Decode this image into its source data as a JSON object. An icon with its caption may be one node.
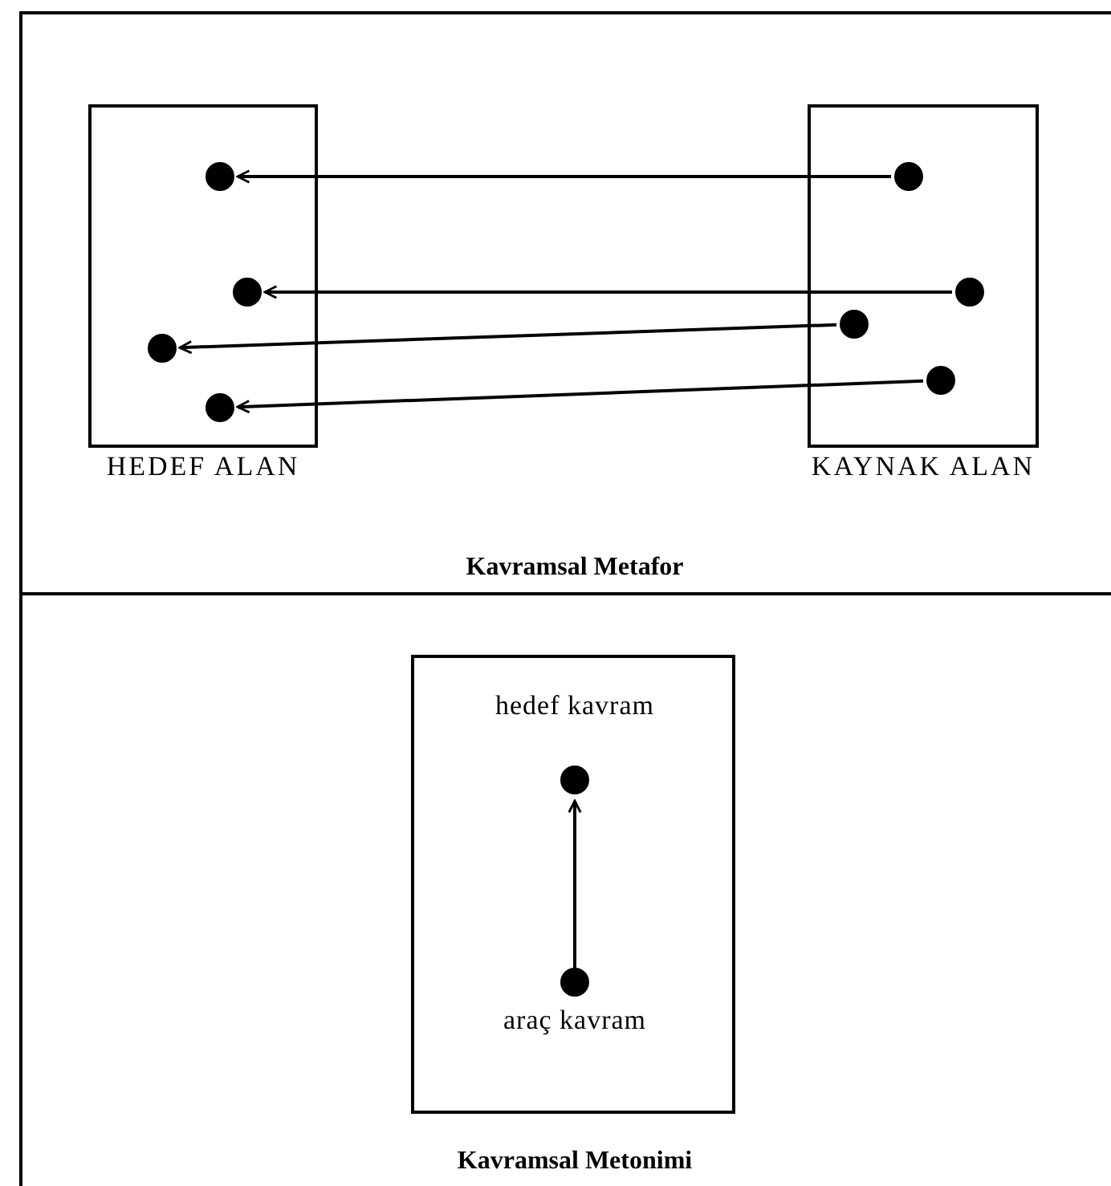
{
  "diagram": {
    "nodes": [
      {
        "text": [
          "Kavramsal Metafor"
        ]
      },
      {
        "text": [
          "HEDEF ALAN"
        ],
        "in": 0
      },
      {
        "text": [],
        "shape": "circle",
        "in": 1
      },
      {
        "text": [],
        "shape": "circle",
        "in": 1
      },
      {
        "text": [],
        "shape": "circle",
        "in": 1
      },
      {
        "text": [],
        "shape": "circle",
        "in": 1
      },
      {
        "text": [
          "KAYNAK ALAN"
        ],
        "in": 0
      },
      {
        "text": [],
        "shape": "circle",
        "in": 6
      },
      {
        "text": [],
        "shape": "circle",
        "in": 6
      },
      {
        "text": [],
        "shape": "circle",
        "in": 6
      },
      {
        "text": [],
        "shape": "circle",
        "in": 6
      },
      {
        "text": [
          "Kavramsal Metonimi"
        ]
      },
      {
        "text": [],
        "shape": "box",
        "in": 11
      },
      {
        "text": [],
        "shape": "circle",
        "in": 12,
        "beside": [
          "hedef kavram"
        ]
      },
      {
        "text": [],
        "shape": "circle",
        "in": 12,
        "beside": [
          "araç kavram"
        ]
      }
    ],
    "edges": [
      {
        "from": 7,
        "to": 2,
        "arrow": "to"
      },
      {
        "from": 8,
        "to": 3,
        "arrow": "to"
      },
      {
        "from": 9,
        "to": 4,
        "arrow": "to"
      },
      {
        "from": 10,
        "to": 5,
        "arrow": "to"
      },
      {
        "from": 14,
        "to": 13,
        "arrow": "to"
      }
    ]
  }
}
